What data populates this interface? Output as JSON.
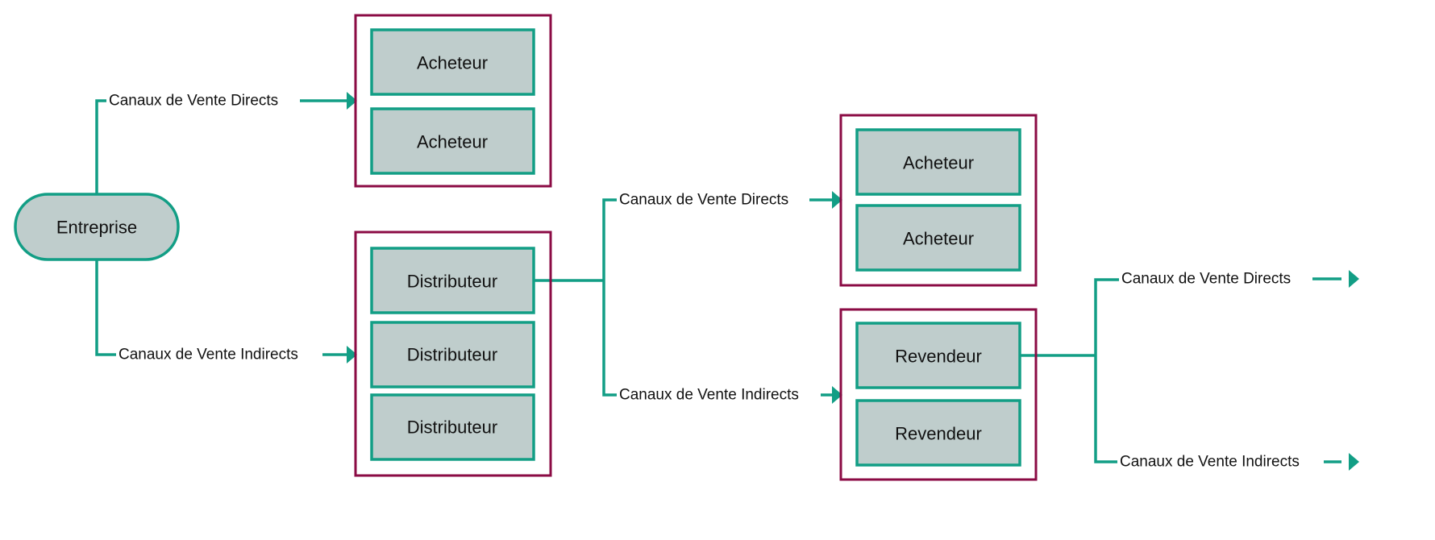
{
  "colors": {
    "accent": "#129e85",
    "group_border": "#8b0b44",
    "node_fill": "#bfcdcc",
    "text": "#111111"
  },
  "nodes": {
    "entreprise": "Entreprise",
    "acheteur_1": "Acheteur",
    "acheteur_2": "Acheteur",
    "distributeur_1": "Distributeur",
    "distributeur_2": "Distributeur",
    "distributeur_3": "Distributeur",
    "acheteur_3": "Acheteur",
    "acheteur_4": "Acheteur",
    "revendeur_1": "Revendeur",
    "revendeur_2": "Revendeur"
  },
  "edges": {
    "entreprise_direct": "Canaux de Vente Directs",
    "entreprise_indirect": "Canaux de Vente Indirects",
    "distributeur_direct": "Canaux de Vente Directs",
    "distributeur_indirect": "Canaux de Vente Indirects",
    "revendeur_direct": "Canaux de Vente Directs",
    "revendeur_indirect": "Canaux de Vente Indirects"
  }
}
